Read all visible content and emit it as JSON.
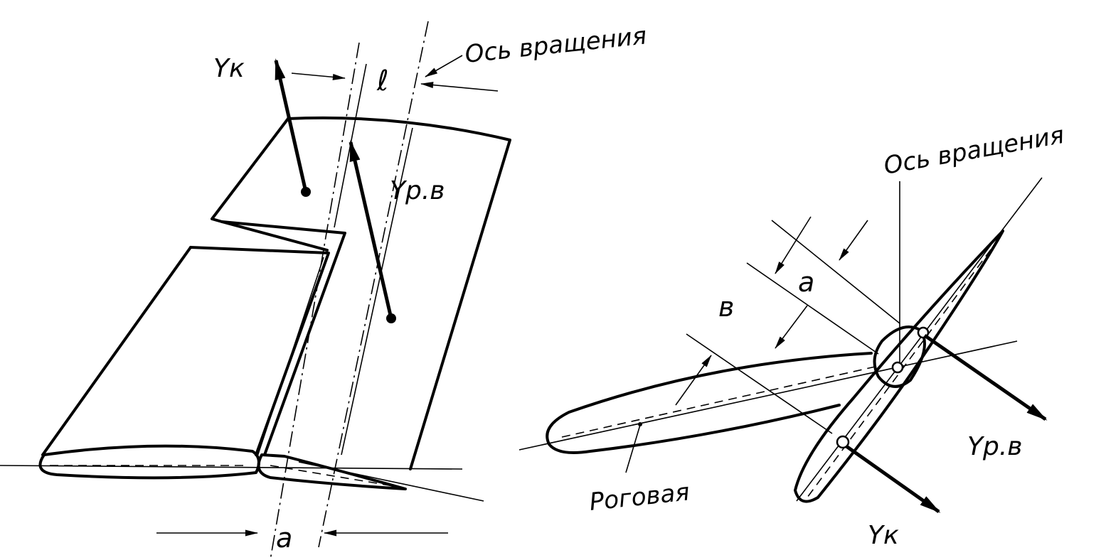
{
  "left_figure": {
    "axis_label": "Ось вращения",
    "force_tab": "Yк",
    "force_elevator": "Yр.в",
    "dim_l": "ℓ",
    "dim_a": "а"
  },
  "right_figure": {
    "axis_label": "Ось вращения",
    "dim_a": "а",
    "dim_b": "в",
    "horn_label": "Роговая",
    "force_elevator": "Yр.в",
    "force_tab": "Yк"
  },
  "colors": {
    "ink": "#000000",
    "paper": "#ffffff"
  }
}
